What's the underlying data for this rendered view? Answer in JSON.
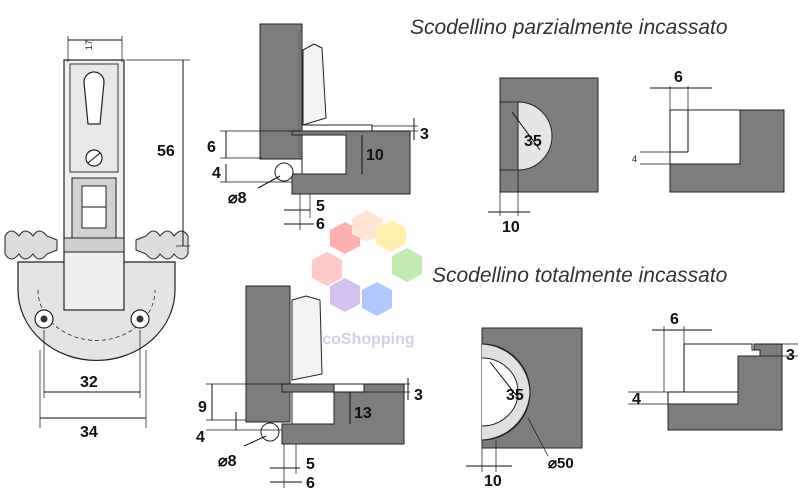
{
  "titles": {
    "partial": "Scodellino parzialmente incassato",
    "total": "Scodellino totalmente incassato"
  },
  "watermark": {
    "text": "BricoShopping"
  },
  "hinge_view": {
    "dim_top": "17",
    "dim_height": "56",
    "dim_width_inner": "32",
    "dim_width_outer": "34"
  },
  "partial_section": {
    "dim_top_left": "6",
    "dim_bottom_left": "4",
    "dim_right": "3",
    "dim_cup_depth": "10",
    "dim_diameter": "⌀8",
    "dim_offset_5": "5",
    "dim_offset_6": "6"
  },
  "partial_cup_front": {
    "dim_diameter": "35",
    "dim_edge": "10"
  },
  "partial_profile": {
    "dim_top": "6",
    "dim_side": "4"
  },
  "total_section": {
    "dim_top_left": "9",
    "dim_bottom_left": "4",
    "dim_right": "3",
    "dim_cup_depth": "13",
    "dim_diameter": "⌀8",
    "dim_offset_5": "5",
    "dim_offset_6": "6"
  },
  "total_cup_front": {
    "dim_diameter": "35",
    "dim_outer": "⌀50",
    "dim_edge": "10"
  },
  "total_profile": {
    "dim_top": "6",
    "dim_right": "3",
    "dim_side": "4"
  }
}
